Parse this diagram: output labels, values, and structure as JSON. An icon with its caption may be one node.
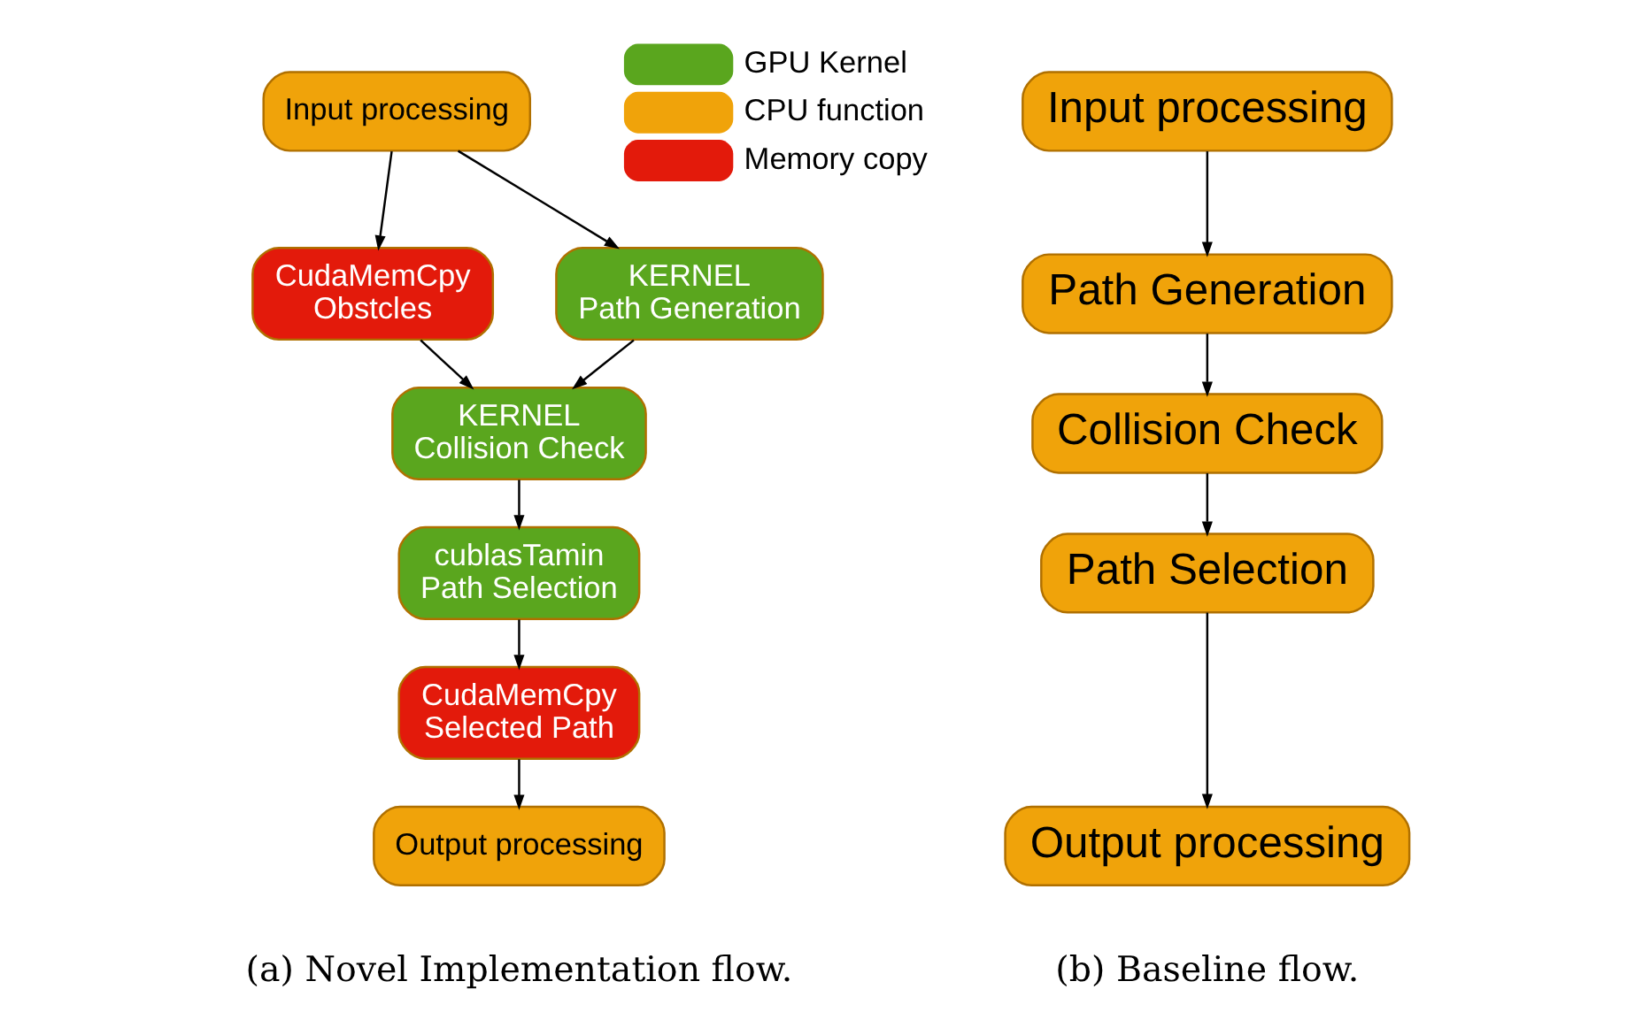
{
  "diagram": {
    "nodes": [
      {
        "text": [
          "Input processing"
        ]
      },
      {
        "text": [
          "CudaMemCpy",
          "Obstcles"
        ]
      },
      {
        "text": [
          "KERNEL",
          "Path Generation"
        ]
      },
      {
        "text": [
          "KERNEL",
          "Collision Check"
        ]
      },
      {
        "text": [
          "cublasTamin",
          "Path Selection"
        ]
      },
      {
        "text": [
          "CudaMemCpy",
          "Selected Path"
        ]
      },
      {
        "text": [
          "Output processing"
        ]
      },
      {
        "text": [
          "Input processing"
        ]
      },
      {
        "text": [
          "Path Generation"
        ]
      },
      {
        "text": [
          "Collision Check"
        ]
      },
      {
        "text": [
          "Path Selection"
        ]
      },
      {
        "text": [
          "Output processing"
        ]
      }
    ],
    "edges": [
      {
        "from": 0,
        "to": 1,
        "arrow": "to"
      },
      {
        "from": 0,
        "to": 2,
        "arrow": "to"
      },
      {
        "from": 1,
        "to": 3,
        "arrow": "to"
      },
      {
        "from": 2,
        "to": 3,
        "arrow": "to"
      },
      {
        "from": 3,
        "to": 4,
        "arrow": "to"
      },
      {
        "from": 4,
        "to": 5,
        "arrow": "to"
      },
      {
        "from": 5,
        "to": 6,
        "arrow": "to"
      },
      {
        "from": 7,
        "to": 8,
        "arrow": "to"
      },
      {
        "from": 8,
        "to": 9,
        "arrow": "to"
      },
      {
        "from": 9,
        "to": 10,
        "arrow": "to"
      },
      {
        "from": 10,
        "to": 11,
        "arrow": "to"
      }
    ],
    "labels": [
      "(a) Novel Implementation flow.",
      "(b) Baseline flow."
    ],
    "legend": [
      {
        "text": "GPU Kernel",
        "color": "#5aa61e"
      },
      {
        "text": "CPU function",
        "color": "#f0a30a"
      },
      {
        "text": "Memory copy",
        "color": "#e31a0b"
      }
    ]
  }
}
